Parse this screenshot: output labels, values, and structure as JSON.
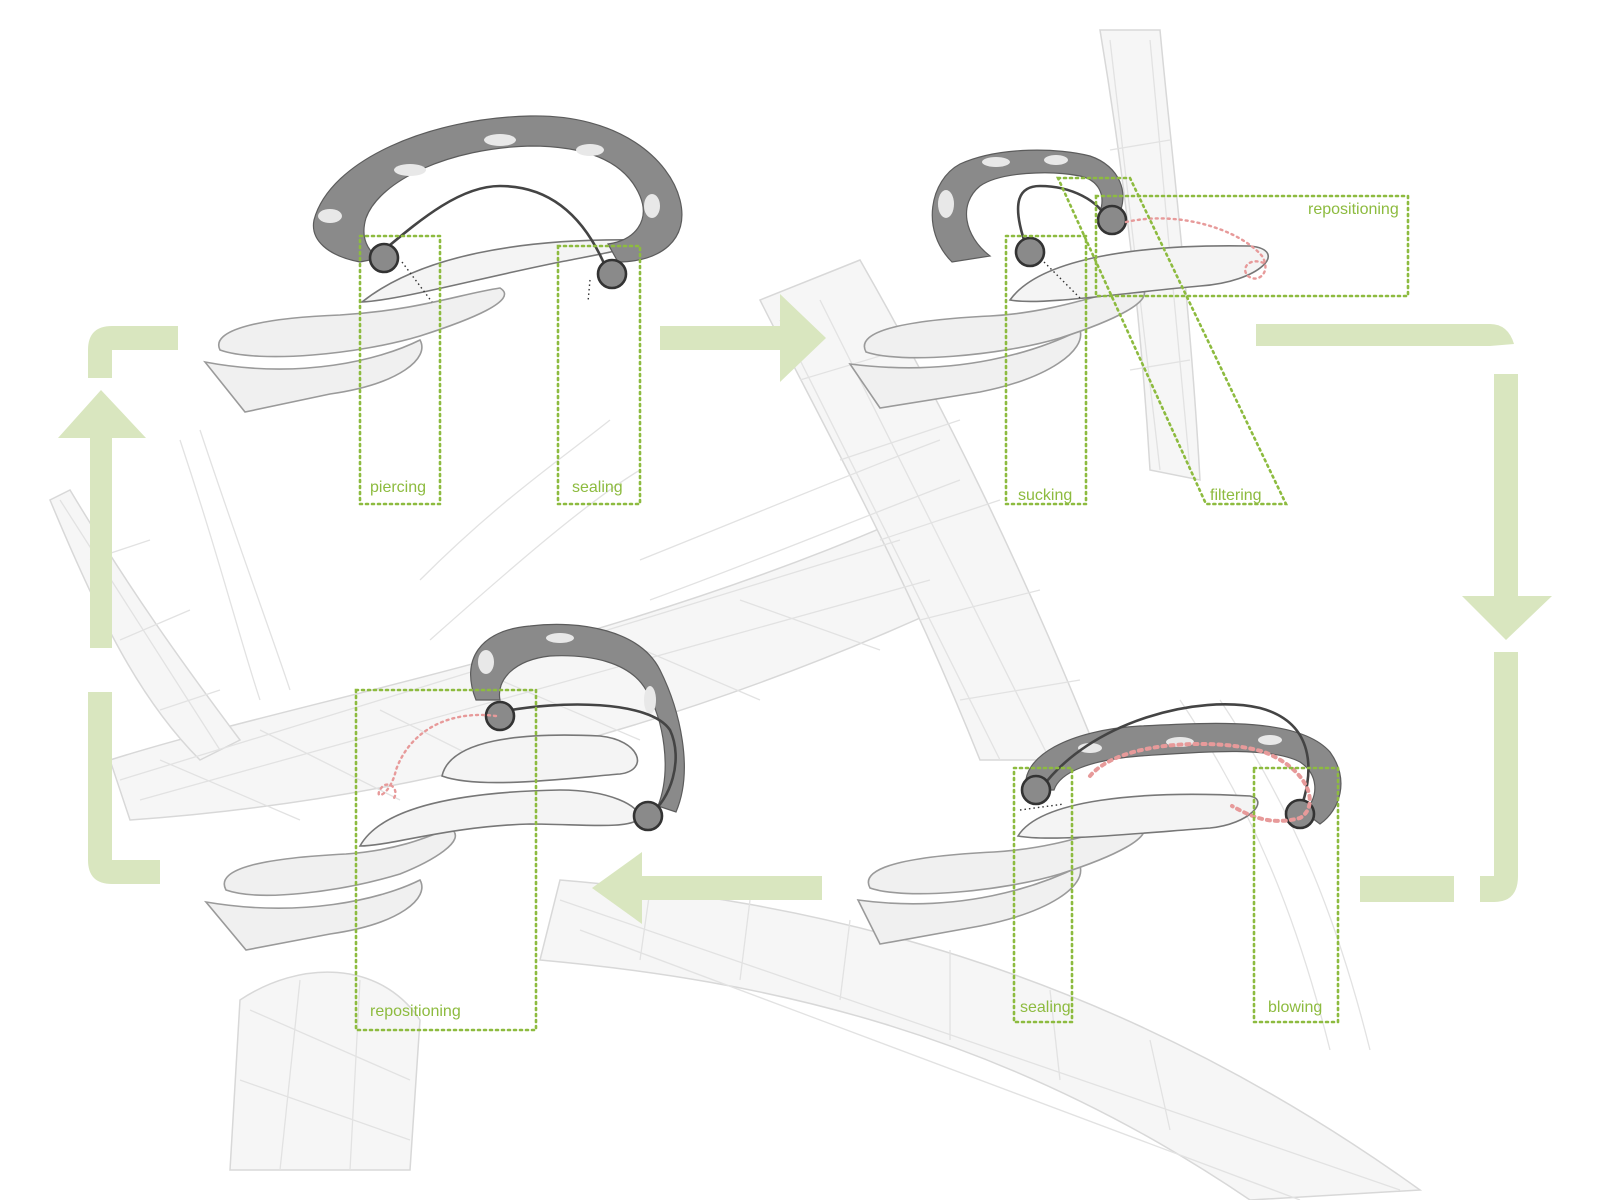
{
  "labels": {
    "piercing": "piercing",
    "sealing_top": "sealing",
    "repositioning_top": "repositioning",
    "sucking": "sucking",
    "filtering": "filtering",
    "repositioning_bottom": "repositioning",
    "sealing_bottom": "sealing",
    "blowing": "blowing"
  },
  "colors": {
    "accent": "#8dbb3f",
    "flow_arrow": "#d9e6bf",
    "mesh": "#e2e2e2",
    "mechanism": "#8a8a8a",
    "path": "#e79a9a"
  }
}
